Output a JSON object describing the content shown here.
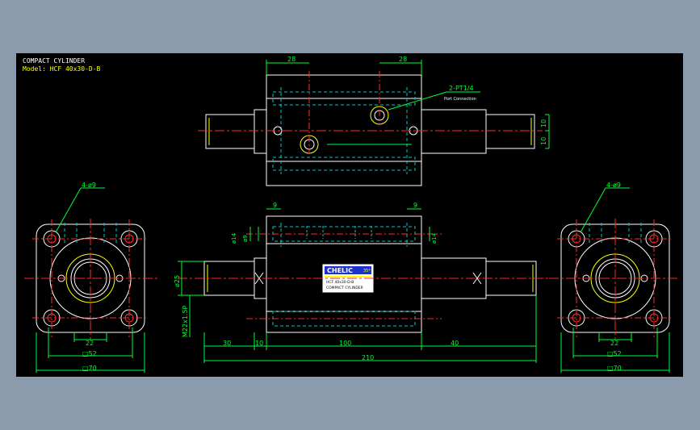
{
  "header": {
    "title": "COMPACT CYLINDER",
    "model": "Model: HCF 40x30-D-B"
  },
  "dimensions": {
    "top_left": "28",
    "top_right": "28",
    "port_label": "2-PT1/4",
    "port_sub": "Port Connection",
    "right_10a": "10",
    "right_10b": "10",
    "holes_left": "4-ø9",
    "holes_right": "4-ø9",
    "mid_9_left": "9",
    "mid_9_right": "9",
    "phi14_left": "ø14",
    "phi9_left": "ø9",
    "phi14_right": "ø14",
    "phi25": "ø25",
    "thread": "M22x1.5P",
    "d30": "30",
    "d10": "10",
    "d100": "100",
    "d40": "40",
    "d210": "210",
    "left_22": "22",
    "left_52": "□52",
    "left_70": "□70",
    "right_22": "22",
    "right_52": "□52",
    "right_70": "□70"
  },
  "nameplate": {
    "brand": "CHELIC",
    "code": "35*",
    "model": "HCF 40x30-D-B",
    "type": "COMPACT CYLINDER"
  },
  "colors": {
    "bg": "#000000",
    "frame": "#8b9bae",
    "body": "#ffffff",
    "center": "#ff2a2a",
    "dim": "#00ff33",
    "hidden": "#00c8c8",
    "accent": "#ffff00"
  }
}
